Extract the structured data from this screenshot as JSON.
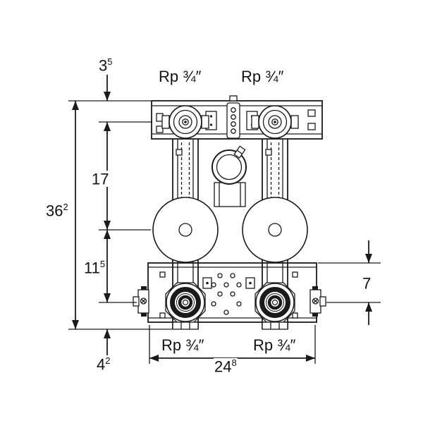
{
  "connections": {
    "top_left": "Rp ¾″",
    "top_right": "Rp ¾″",
    "bottom_left": "Rp ¾″",
    "bottom_right": "Rp ¾″"
  },
  "dimensions": {
    "top_offset": {
      "main": "3",
      "sup": "5"
    },
    "upper_spacing": {
      "main": "17",
      "sup": ""
    },
    "overall_height": {
      "main": "36",
      "sup": "2"
    },
    "lower_spacing": {
      "main": "11",
      "sup": "5"
    },
    "bottom_offset": {
      "main": "4",
      "sup": "2"
    },
    "right_offset": {
      "main": "7",
      "sup": ""
    },
    "overall_width": {
      "main": "24",
      "sup": "8"
    }
  },
  "colors": {
    "line": "#1a1a1a",
    "background": "#ffffff"
  }
}
